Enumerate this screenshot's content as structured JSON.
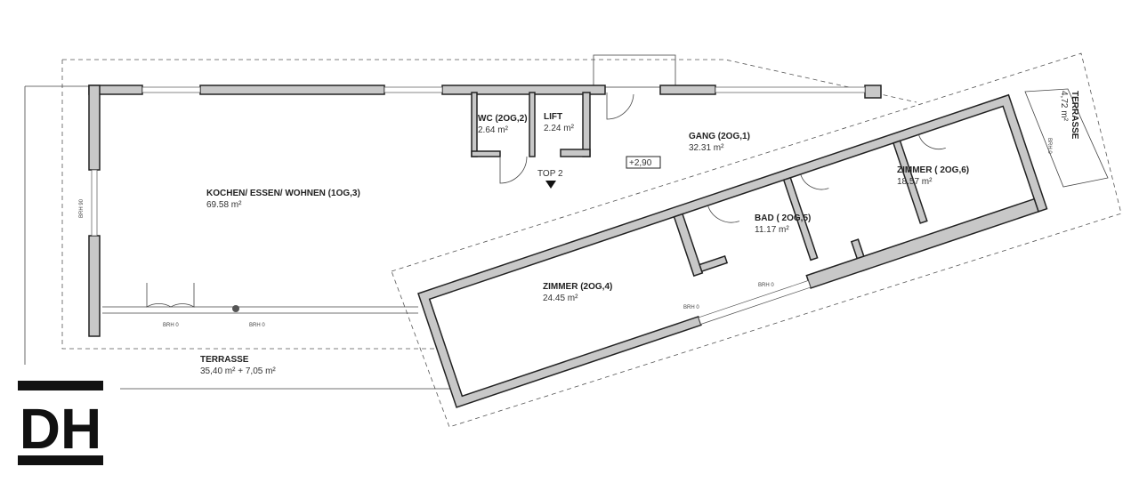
{
  "rooms": [
    {
      "name": "KOCHEN/ ESSEN/ WOHNEN (1OG,3)",
      "area": "69.58 m²"
    },
    {
      "name": "WC (2OG,2)",
      "area": "2.64 m²"
    },
    {
      "name": "LIFT",
      "area": "2.24 m²"
    },
    {
      "name": "GANG (2OG,1)",
      "area": "32.31 m²"
    },
    {
      "name": "ZIMMER ( 2OG,6)",
      "area": "18.57 m²"
    },
    {
      "name": "BAD ( 2OG,5)",
      "area": "11.17 m²"
    },
    {
      "name": "ZIMMER (2OG,4)",
      "area": "24.45 m²"
    }
  ],
  "terrace_main": {
    "name": "TERRASSE",
    "area": "35,40 m² + 7,05 m²"
  },
  "terrace_side": {
    "name": "TERRASSE",
    "area": "4,72 m²"
  },
  "top_label": "TOP 2",
  "level": "+2,90",
  "brh": {
    "left": "BRH 90",
    "bottom1": "BRH 0",
    "bottom2": "BRH 0",
    "wing1": "BRH 0",
    "wing2": "BRH 0",
    "side": "BRH 0"
  },
  "logo": "DH"
}
